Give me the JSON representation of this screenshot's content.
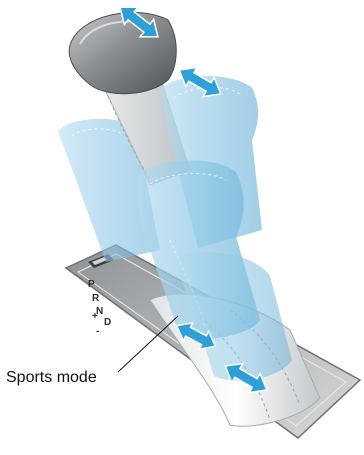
{
  "figure": {
    "callout_label": "Sports mode",
    "gate_letters": [
      "P",
      "R",
      "N",
      "D",
      "+",
      "-"
    ],
    "positions": [
      "park-position",
      "sports-mode-position",
      "manual-shift-up",
      "manual-shift-down"
    ],
    "icons": {
      "shift_arrow": "double-headed-arrow-icon",
      "indicator_badge": "indicator-badge-icon"
    },
    "colors": {
      "arrow": "#2e9fd8",
      "ghost_lever": "#8ec8e6",
      "base_plate": "#9c9ea0",
      "solid_lever": "#6f7275"
    }
  }
}
